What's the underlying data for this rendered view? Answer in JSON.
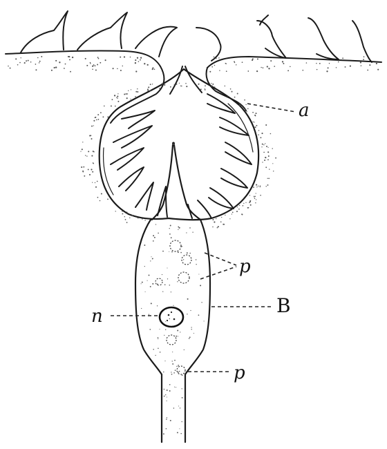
{
  "figure": {
    "labels": {
      "a": "a",
      "p_upper": "p",
      "B": "B",
      "n": "n",
      "p_lower": "p"
    }
  }
}
